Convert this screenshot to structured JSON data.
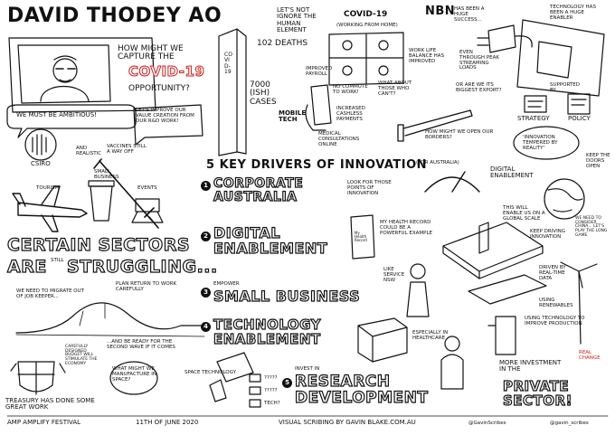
{
  "title": "DAVID THODEY AO",
  "question_covid_1": "HOW MIGHT WE CAPTURE THE",
  "question_covid_2": "COVID-19",
  "question_covid_3": "OPPORTUNITY?",
  "value_creation": "LET'S IMPROVE OUR VALUE CREATION FROM OUR R&D WORK!",
  "ambitious": "WE MUST BE AMBITIOUS!",
  "csiro": "CSIRO",
  "and_realistic": "AND REALISTIC",
  "vaccines": "VACCINES STILL A WAY OFF",
  "small_business_label": "SMALL BUSINESS",
  "events": "EVENTS",
  "tourism": "TOURISM",
  "sectors_1": "CERTAIN SECTORS",
  "sectors_2": "ARE",
  "sectors_still": "STILL",
  "sectors_3": "STRUGGLING...",
  "migrate": "WE NEED TO MIGRATE OUT OF JOB KEEPER...",
  "plan_return": "PLAN RETURN TO WORK CAREFULLY",
  "second_wave": "...AND BE READY FOR THE SECOND WAVE IF IT COMES",
  "caveat": "CAREFULLY DESIGNED BUDGET WILL STIMULATE THE ECONOMY",
  "treasury": "TREASURY HAS DONE SOME GREAT WORK",
  "footer_event": "AMP AMPLIFY FESTIVAL",
  "footer_date": "11TH OF JUNE 2020",
  "footer_credit": "VISUAL SCRIBING BY GAVIN BLAKE.COM.AU",
  "footer_handle1": "@GavinScribes",
  "footer_handle2": "@gavin_scribes",
  "not_ignore": "LET'S NOT IGNORE THE HUMAN ELEMENT",
  "deaths": "102 DEATHS",
  "cases": "7000 (ISH) CASES",
  "pillar_label": "COVID-19",
  "improved_payroll": "IMPROVED PAYROLL",
  "mobile_tech": "MOBILE TECH",
  "cashless": "INCREASED CASHLESS PAYMENTS",
  "medical": "MEDICAL CONSULTATIONS ONLINE",
  "covid_wfh_title": "COVID-19",
  "covid_wfh_sub": "(WORKING FROM HOME)",
  "no_commute": "NO COMMUTE TO WORK!",
  "work_life": "WORK LIFE BALANCE HAS IMPROVED",
  "even_through": "EVEN THROUGH PEAK STREAMING LOADS",
  "what_about": "WHAT ABOUT THOSE WHO CAN'T?",
  "biggest_export": "OR ARE WE ITS BIGGEST EXPORT?",
  "open_borders": "HOW MIGHT WE OPEN OUR BORDERS?",
  "nbn": "NBN",
  "nbn_text": "HAS BEEN A HUGE SUCCESS...",
  "tech_enabler": "TECHNOLOGY HAS BEEN A HUGE ENABLER",
  "supported_by": "SUPPORTED BY",
  "strategy": "STRATEGY",
  "policy": "POLICY",
  "innovation_tempered": "'INNOVATION TEMPERED BY REALITY'",
  "keep_doors": "KEEP THE DOORS OPEN",
  "drivers_title": "5 KEY DRIVERS OF INNOVATION",
  "for_australia": "(FOR AUSTRALIA)",
  "driver1": "CORPORATE AUSTRALIA",
  "driver2": "DIGITAL ENABLEMENT",
  "driver3_pre": "EMPOWER",
  "driver3": "SMALL BUSINESS",
  "driver4": "TECHNOLOGY ENABLEMENT",
  "driver5_pre": "INVEST IN",
  "driver5": "RESEARCH DEVELOPMENT",
  "points_innovation": "LOOK FOR THOSE POINTS OF INNOVATION",
  "health_record": "MY HEALTH RECORD COULD BE A POWERFUL EXAMPLE",
  "my_health_record": "My Health Record",
  "service_nsw": "LIKE SERVICE NSW",
  "digital_enablement": "DIGITAL ENABLEMENT",
  "global_scale": "THIS WILL ENABLE US ON A GLOBAL SCALE",
  "keep_driving": "KEEP DRIVING INNOVATION",
  "driven_by": "DRIVEN BY REAL-TIME DATA",
  "consider_china": "WE NEED TO CONSIDER CHINA... LET'S PLAY THE LONG GAME.",
  "healthcare": "ESPECIALLY IN HEALTHCARE",
  "using_renewables": "USING RENEWABLES",
  "improve_production": "USING TECHNOLOGY TO IMPROVE PRODUCTION",
  "real_change": "REAL CHANGE",
  "more_investment": "MORE INVESTMENT IN THE",
  "private_sector": "PRIVATE SECTOR!",
  "space_tech": "SPACE TECHNOLOGY",
  "manufacture_space": "WHAT MIGHT WE MANUFACTURE IN SPACE?",
  "chip1": "?????",
  "chip2": "?????",
  "chip3": "TECH?",
  "colors": {
    "ink": "#111111",
    "accent_red": "#cc1e1e",
    "paper": "#ffffff"
  }
}
